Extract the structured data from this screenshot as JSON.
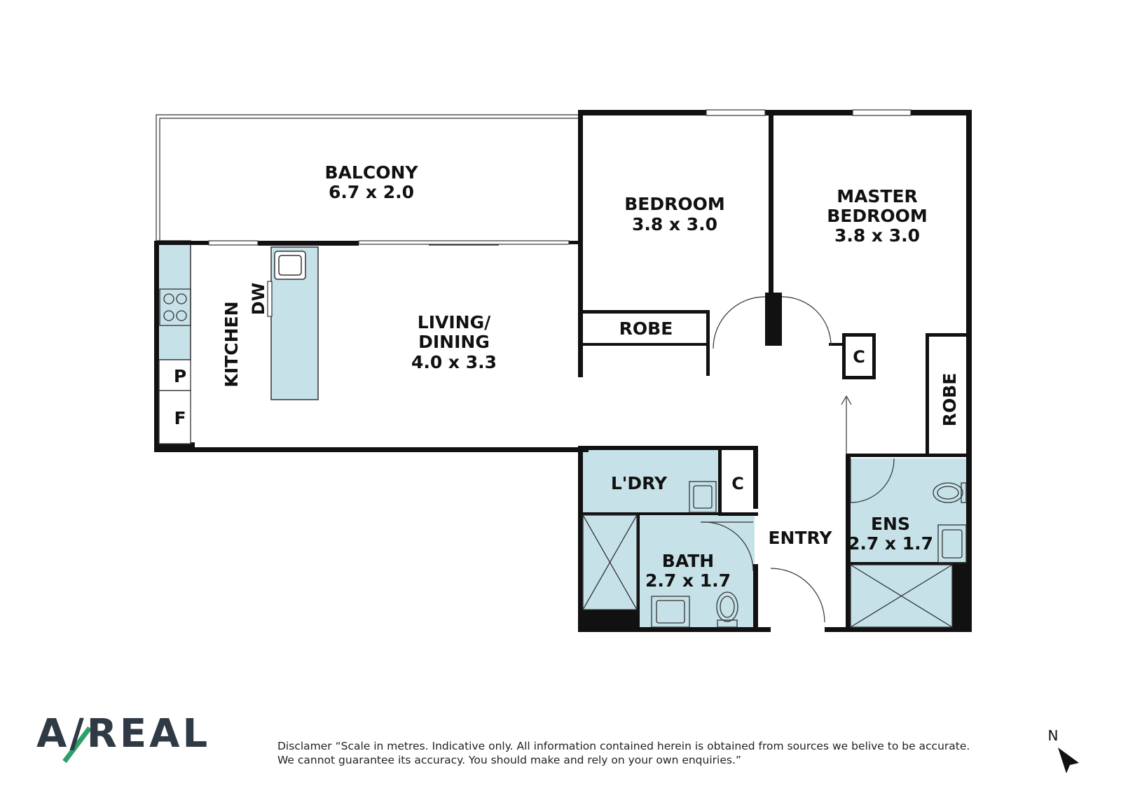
{
  "plan": {
    "colors": {
      "wall": "#111111",
      "wet_area": "#c6e2e8",
      "fixture_stroke": "#333333"
    },
    "rooms": {
      "balcony": {
        "name": "BALCONY",
        "size": "6.7 x 2.0"
      },
      "bedroom": {
        "name": "BEDROOM",
        "size": "3.8 x 3.0"
      },
      "master": {
        "name_line1": "MASTER",
        "name_line2": "BEDROOM",
        "size": "3.8 x 3.0"
      },
      "living": {
        "name_line1": "LIVING/",
        "name_line2": "DINING",
        "size": "4.0 x 3.3"
      },
      "kitchen": {
        "name": "KITCHEN"
      },
      "dishwasher": {
        "label": "DW"
      },
      "pantry": {
        "label": "P"
      },
      "fridge": {
        "label": "F"
      },
      "robe_bedroom": {
        "label": "ROBE"
      },
      "robe_master": {
        "label": "ROBE"
      },
      "cupboard_hall": {
        "label": "C"
      },
      "cupboard_laundry": {
        "label": "C"
      },
      "laundry": {
        "name": "L'DRY"
      },
      "bath": {
        "name": "BATH",
        "size": "2.7 x 1.7"
      },
      "ensuite": {
        "name": "ENS",
        "size": "2.7 x 1.7"
      },
      "entry": {
        "name": "ENTRY"
      }
    },
    "compass": {
      "label": "N",
      "icon": "north-arrow-icon"
    }
  },
  "branding": {
    "logo_text": "A/REAL",
    "logo_accent": "#2e9e6a"
  },
  "disclaimer": {
    "line1": "Disclamer “Scale in metres. Indicative only. All information contained herein is obtained from sources we belive to be accurate.",
    "line2": "We cannot guarantee its accuracy. You should make and rely on your own enquiries.”"
  }
}
